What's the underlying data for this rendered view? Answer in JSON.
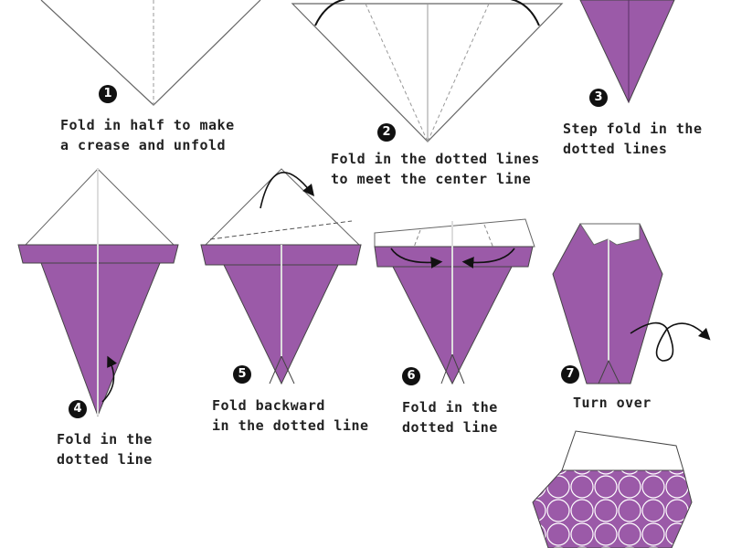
{
  "colors": {
    "paper_purple": "#9b5aa8",
    "outline": "#444444",
    "paper_white": "#ffffff"
  },
  "steps": [
    {
      "number": "1",
      "lines": [
        "Fold in half to make",
        "a crease and unfold"
      ]
    },
    {
      "number": "2",
      "lines": [
        "Fold in the dotted lines",
        "to meet the center line"
      ]
    },
    {
      "number": "3",
      "lines": [
        "Step fold in the",
        "dotted lines"
      ]
    },
    {
      "number": "4",
      "lines": [
        "Fold in the",
        "dotted line"
      ]
    },
    {
      "number": "5",
      "lines": [
        "Fold backward",
        "in the dotted line"
      ]
    },
    {
      "number": "6",
      "lines": [
        "Fold in the",
        "dotted line"
      ]
    },
    {
      "number": "7",
      "lines": [
        "Turn over"
      ]
    }
  ]
}
